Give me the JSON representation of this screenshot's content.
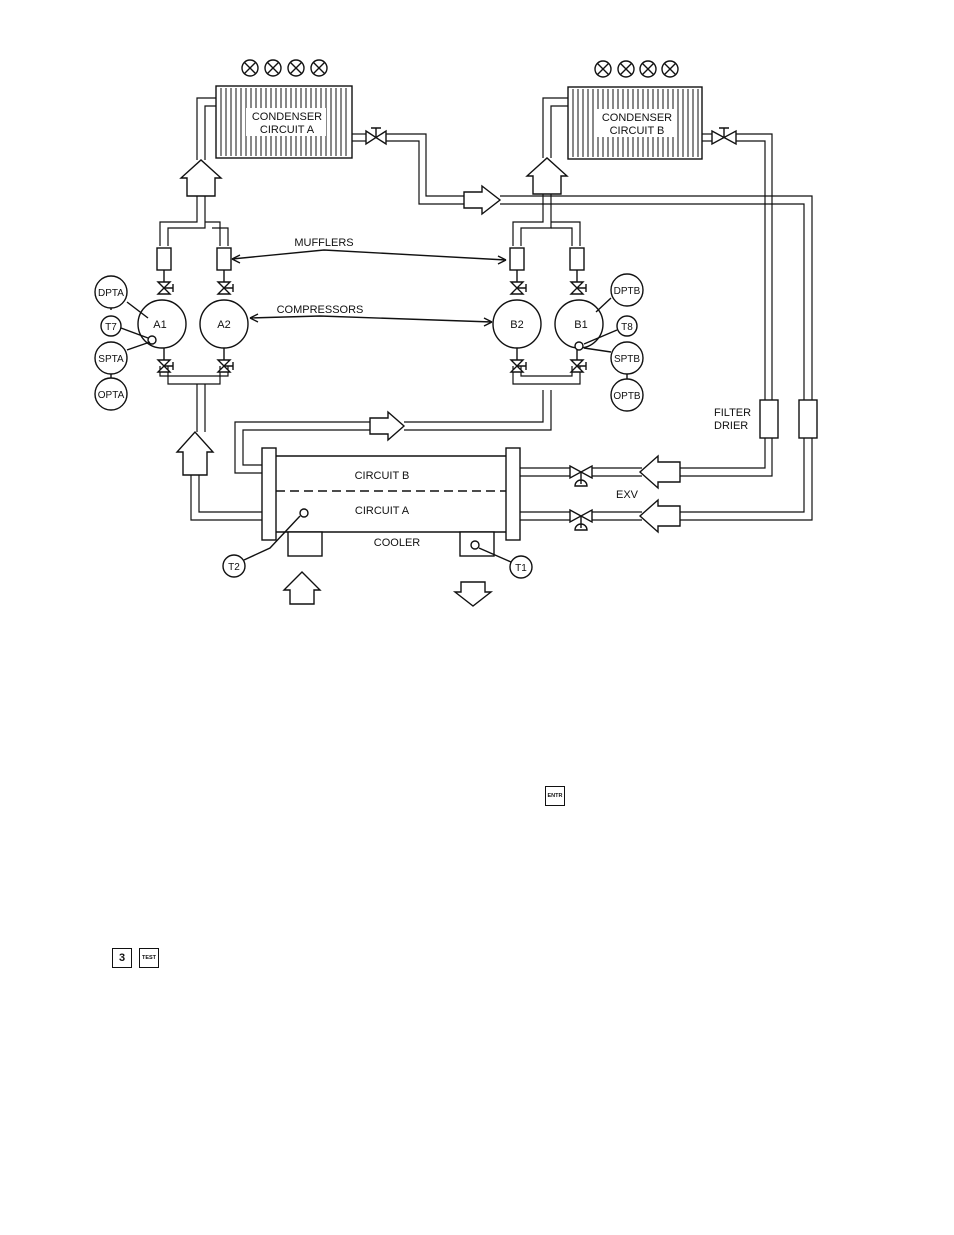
{
  "diagram": {
    "condenser_a": [
      "CONDENSER",
      "CIRCUIT A"
    ],
    "condenser_b": [
      "CONDENSER",
      "CIRCUIT B"
    ],
    "mufflers": "MUFFLERS",
    "compressors": "COMPRESSORS",
    "compressor_labels": {
      "a1": "A1",
      "a2": "A2",
      "b1": "B1",
      "b2": "B2"
    },
    "sensors": {
      "dpta": "DPTA",
      "spta": "SPTA",
      "opta": "OPTA",
      "t7": "T7",
      "dptb": "DPTB",
      "sptb": "SPTB",
      "optb": "OPTB",
      "t8": "T8",
      "t1": "T1",
      "t2": "T2"
    },
    "filter_drier": [
      "FILTER",
      "DRIER"
    ],
    "exv": "EXV",
    "cooler": "COOLER",
    "cooler_circuit_b": "CIRCUIT B",
    "cooler_circuit_a": "CIRCUIT A"
  },
  "keys": {
    "entr": "ENTR",
    "three": "3",
    "test": "TEST"
  }
}
